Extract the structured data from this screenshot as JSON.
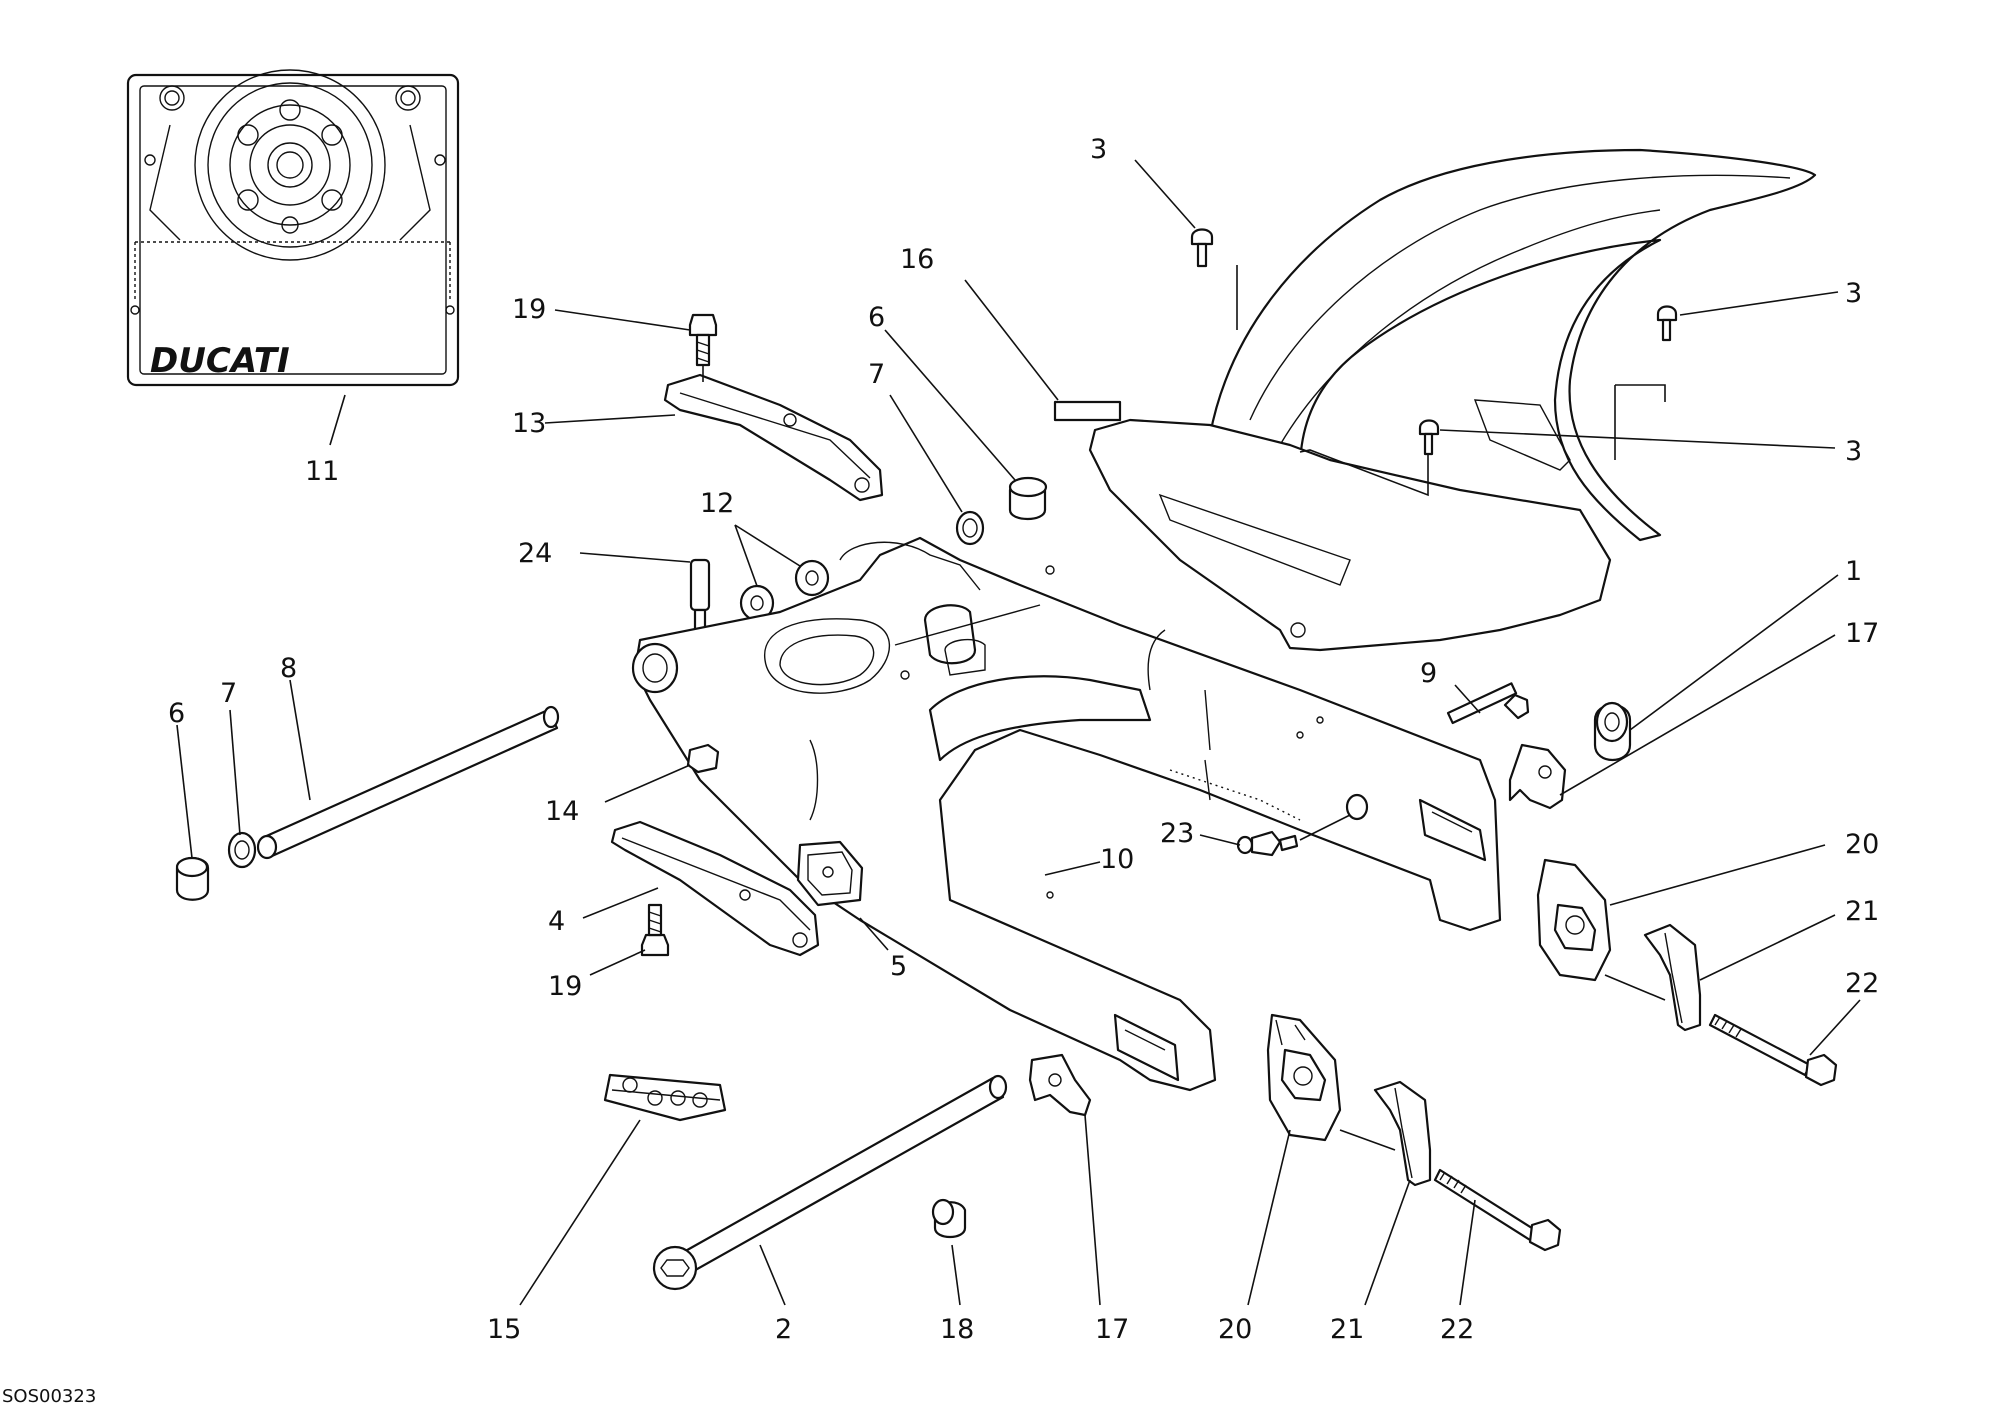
{
  "diagram": {
    "code": "SOS00323",
    "brand": "DUCATI",
    "callouts": [
      {
        "id": "c1",
        "text": "1"
      },
      {
        "id": "c2",
        "text": "2"
      },
      {
        "id": "c3a",
        "text": "3"
      },
      {
        "id": "c3b",
        "text": "3"
      },
      {
        "id": "c3c",
        "text": "3"
      },
      {
        "id": "c4",
        "text": "4"
      },
      {
        "id": "c5",
        "text": "5"
      },
      {
        "id": "c6a",
        "text": "6"
      },
      {
        "id": "c6b",
        "text": "6"
      },
      {
        "id": "c7a",
        "text": "7"
      },
      {
        "id": "c7b",
        "text": "7"
      },
      {
        "id": "c8",
        "text": "8"
      },
      {
        "id": "c9",
        "text": "9"
      },
      {
        "id": "c10",
        "text": "10"
      },
      {
        "id": "c11",
        "text": "11"
      },
      {
        "id": "c12",
        "text": "12"
      },
      {
        "id": "c13",
        "text": "13"
      },
      {
        "id": "c14",
        "text": "14"
      },
      {
        "id": "c15",
        "text": "15"
      },
      {
        "id": "c16",
        "text": "16"
      },
      {
        "id": "c17a",
        "text": "17"
      },
      {
        "id": "c17b",
        "text": "17"
      },
      {
        "id": "c18",
        "text": "18"
      },
      {
        "id": "c19a",
        "text": "19"
      },
      {
        "id": "c19b",
        "text": "19"
      },
      {
        "id": "c20a",
        "text": "20"
      },
      {
        "id": "c20b",
        "text": "20"
      },
      {
        "id": "c21a",
        "text": "21"
      },
      {
        "id": "c21b",
        "text": "21"
      },
      {
        "id": "c22a",
        "text": "22"
      },
      {
        "id": "c22b",
        "text": "22"
      },
      {
        "id": "c23",
        "text": "23"
      },
      {
        "id": "c24",
        "text": "24"
      }
    ]
  }
}
